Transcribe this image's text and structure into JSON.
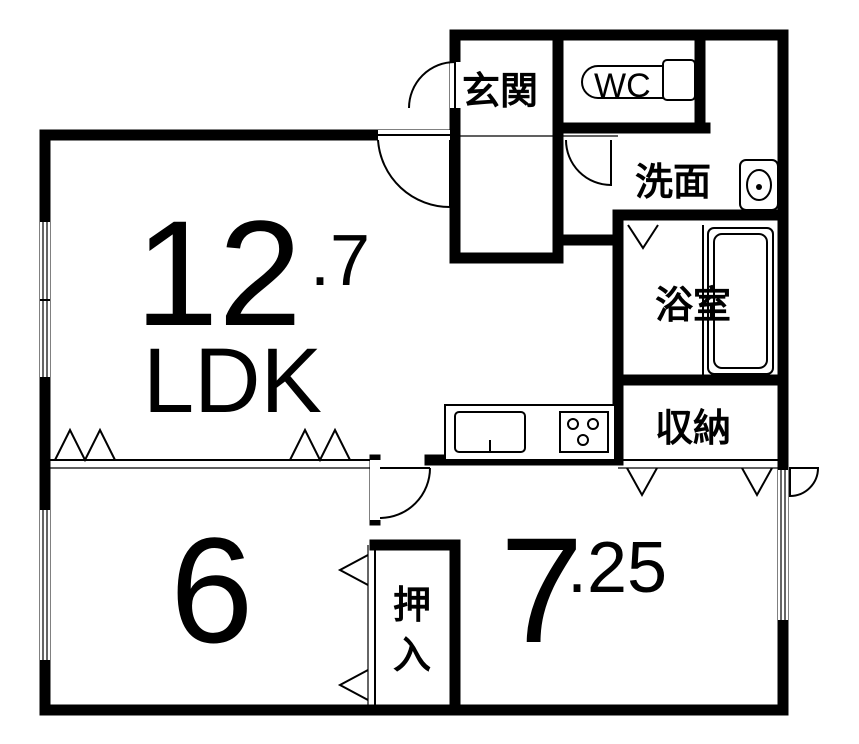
{
  "rooms": {
    "ldk": {
      "size_main": "12",
      "size_dec": ".7",
      "type": "LDK"
    },
    "room_a": {
      "size": "6"
    },
    "room_b": {
      "size_main": "7",
      "size_dec": ".25"
    }
  },
  "labels": {
    "entrance": "玄関",
    "toilet": "WC",
    "washroom": "洗面",
    "bathroom": "浴室",
    "storage": "収納",
    "closet_top": "押",
    "closet_bottom": "入"
  }
}
